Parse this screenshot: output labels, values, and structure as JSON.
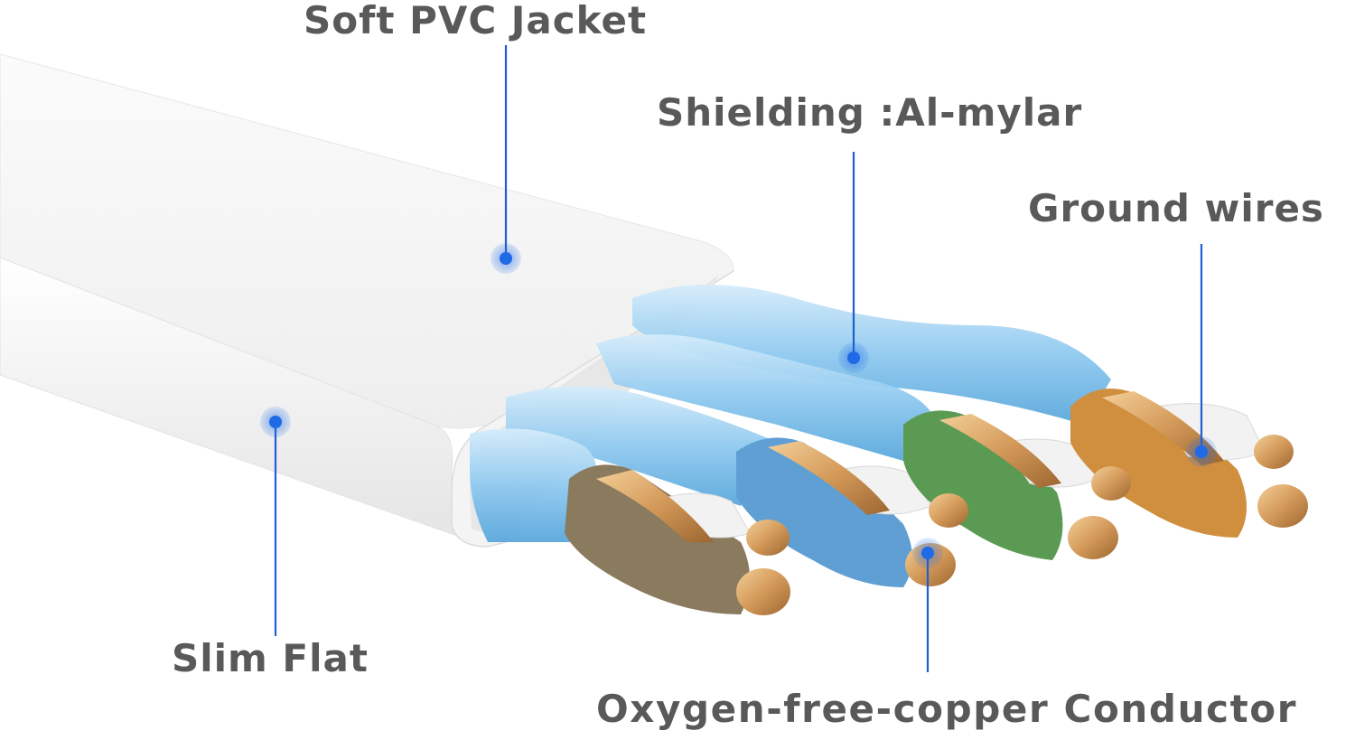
{
  "labels": {
    "jacket": "Soft PVC Jacket",
    "shielding": "Shielding :Al-mylar",
    "ground": "Ground wires",
    "slim": "Slim Flat",
    "conductor": "Oxygen-free-copper Conductor"
  },
  "colors": {
    "label_text": "#595959",
    "callout_line": "#1f5fd1",
    "callout_dot": "#1f6ae6",
    "jacket": "#f6f6f6",
    "shield_blue": "#8fc9ef",
    "copper": "#d49a5a",
    "wire_brown": "#8a7a5e",
    "wire_blue": "#5f9fd4",
    "wire_green": "#5b9a52",
    "wire_orange": "#cf8f3e",
    "wire_white": "#f2f2f2"
  }
}
